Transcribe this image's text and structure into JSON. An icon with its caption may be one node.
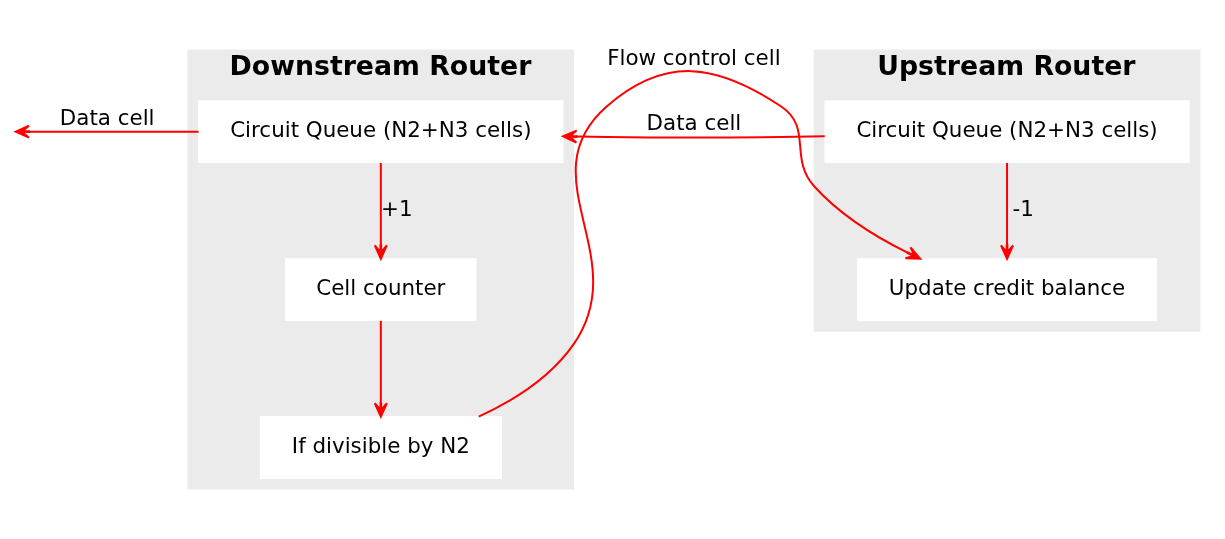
{
  "diagram": {
    "nodes": [
      {
        "text": [
          "Downstream Router"
        ]
      },
      {
        "text": [
          "Circuit Queue (N2+N3 cells)"
        ],
        "in": 0
      },
      {
        "text": [
          "Cell counter"
        ],
        "in": 0
      },
      {
        "text": [
          "If divisible by N2"
        ],
        "in": 0
      },
      {
        "text": [
          "Upstream Router"
        ]
      },
      {
        "text": [
          "Circuit Queue (N2+N3 cells)"
        ],
        "in": 4
      },
      {
        "text": [
          "Update credit balance"
        ],
        "in": 4
      }
    ],
    "edges": [
      {
        "from": 1,
        "to": null,
        "arrow": "to",
        "label": "Data cell"
      },
      {
        "from": 1,
        "to": 2,
        "arrow": "to",
        "label": "+1"
      },
      {
        "from": 5,
        "to": 1,
        "arrow": "to",
        "label": "Data cell"
      },
      {
        "from": 5,
        "to": 6,
        "arrow": "to",
        "label": "-1"
      },
      {
        "from": 2,
        "to": 3,
        "arrow": "to"
      },
      {
        "from": 3,
        "to": 6,
        "arrow": "to",
        "label": "Flow control cell"
      }
    ]
  }
}
